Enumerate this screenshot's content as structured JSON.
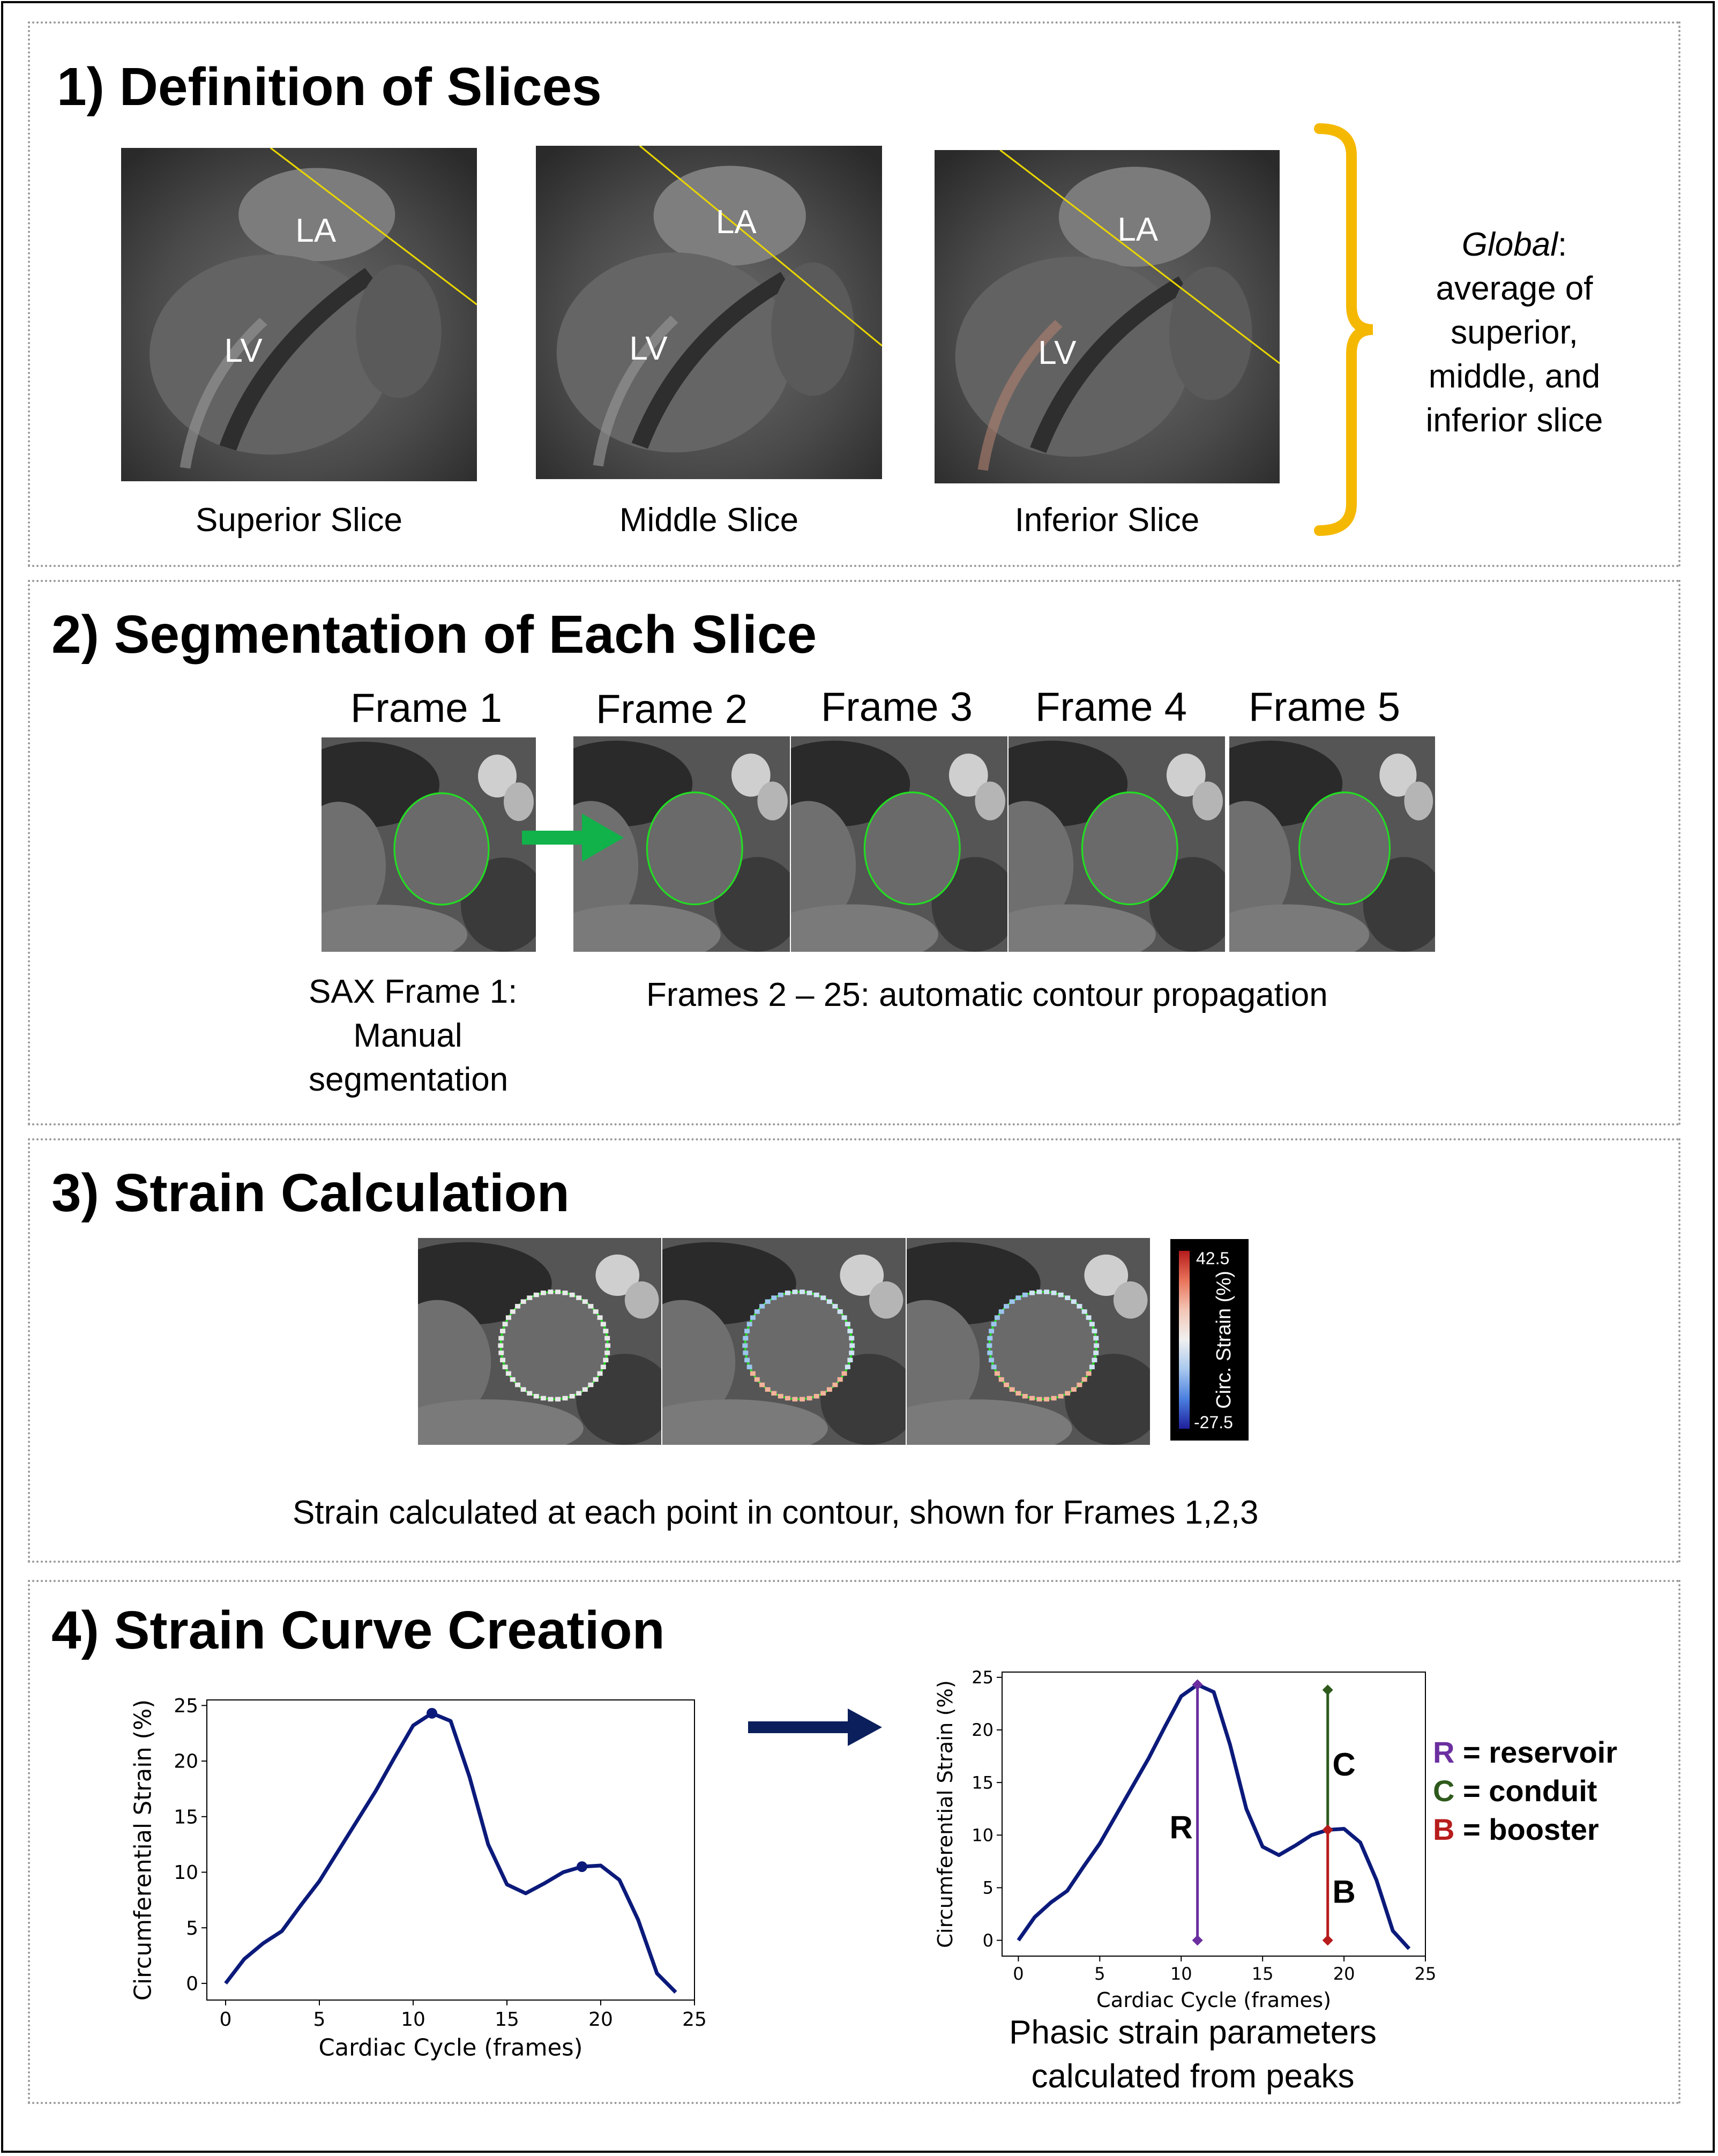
{
  "section1": {
    "title": "1) Definition of Slices",
    "slices": [
      {
        "caption": "Superior Slice",
        "la": "LA",
        "lv": "LV"
      },
      {
        "caption": "Middle Slice",
        "la": "LA",
        "lv": "LV"
      },
      {
        "caption": "Inferior Slice",
        "la": "LA",
        "lv": "LV"
      }
    ],
    "global_italic": "Global",
    "global_lines": [
      ":",
      "average of",
      "superior,",
      "middle, and",
      "inferior slice"
    ],
    "bracket_color": "#F5B800",
    "slice_line_color": "#E8D400"
  },
  "section2": {
    "title": "2) Segmentation of Each Slice",
    "frames": [
      "Frame 1",
      "Frame 2",
      "Frame 3",
      "Frame 4",
      "Frame 5"
    ],
    "manual_caption": [
      "SAX Frame 1:",
      "Manual",
      "segmentation"
    ],
    "auto_caption": "Frames 2 – 25: automatic contour propagation",
    "contour_color": "#22DD22",
    "arrow_color": "#11B24A"
  },
  "section3": {
    "title": "3) Strain Calculation",
    "colorbar": {
      "label": "Circ. Strain (%)",
      "max": "42.5",
      "min": "-27.5"
    },
    "caption": "Strain calculated at each point in contour, shown for Frames 1,2,3"
  },
  "section4": {
    "title": "4) Strain Curve Creation",
    "caption": [
      "Phasic strain parameters",
      "calculated from peaks"
    ],
    "legend": [
      {
        "letter": "R",
        "text": " = reservoir",
        "color": "#6B2FA0"
      },
      {
        "letter": "C",
        "text": " = conduit",
        "color": "#2E5A1C"
      },
      {
        "letter": "B",
        "text": " = booster",
        "color": "#B71C1C"
      }
    ],
    "markers": {
      "R": "R",
      "C": "C",
      "B": "B"
    },
    "arrow_color": "#0B1F5C"
  },
  "chart_data": [
    {
      "type": "line",
      "xlabel": "Cardiac Cycle (frames)",
      "ylabel": "Circumferential Strain (%)",
      "xlim": [
        -1,
        25
      ],
      "ylim": [
        -1.5,
        25.5
      ],
      "xticks": [
        0,
        5,
        10,
        15,
        20,
        25
      ],
      "yticks": [
        0,
        5,
        10,
        15,
        20,
        25
      ],
      "line_color": "#0B1A7A",
      "x": [
        0,
        1,
        2,
        3,
        4,
        5,
        6,
        7,
        8,
        9,
        10,
        11,
        12,
        13,
        14,
        15,
        16,
        17,
        18,
        19,
        20,
        21,
        22,
        23,
        24
      ],
      "y": [
        0,
        2.2,
        3.6,
        4.7,
        7.0,
        9.2,
        11.9,
        14.6,
        17.3,
        20.3,
        23.2,
        24.3,
        23.6,
        18.6,
        12.5,
        8.9,
        8.1,
        9.0,
        10.0,
        10.5,
        10.6,
        9.3,
        5.7,
        0.9,
        -0.8
      ],
      "peaks": [
        {
          "x": 11,
          "y": 24.3
        },
        {
          "x": 19,
          "y": 10.5
        }
      ]
    },
    {
      "type": "line",
      "xlabel": "Cardiac Cycle (frames)",
      "ylabel": "Circumferential Strain (%)",
      "xlim": [
        -1,
        25
      ],
      "ylim": [
        -1.5,
        25.5
      ],
      "xticks": [
        0,
        5,
        10,
        15,
        20,
        25
      ],
      "yticks": [
        0,
        5,
        10,
        15,
        20,
        25
      ],
      "line_color": "#0B1A7A",
      "x": [
        0,
        1,
        2,
        3,
        4,
        5,
        6,
        7,
        8,
        9,
        10,
        11,
        12,
        13,
        14,
        15,
        16,
        17,
        18,
        19,
        20,
        21,
        22,
        23,
        24
      ],
      "y": [
        0,
        2.2,
        3.6,
        4.7,
        7.0,
        9.2,
        11.9,
        14.6,
        17.3,
        20.3,
        23.2,
        24.3,
        23.6,
        18.6,
        12.5,
        8.9,
        8.1,
        9.0,
        10.0,
        10.5,
        10.6,
        9.3,
        5.7,
        0.9,
        -0.8
      ],
      "phase_lines": [
        {
          "name": "R",
          "x": 11,
          "y0": 0,
          "y1": 24.3,
          "color": "#6B2FA0"
        },
        {
          "name": "C",
          "x": 19,
          "y0": 10.5,
          "y1": 23.8,
          "color": "#2E5A1C"
        },
        {
          "name": "B",
          "x": 19,
          "y0": 0,
          "y1": 10.5,
          "color": "#B71C1C"
        }
      ]
    }
  ]
}
